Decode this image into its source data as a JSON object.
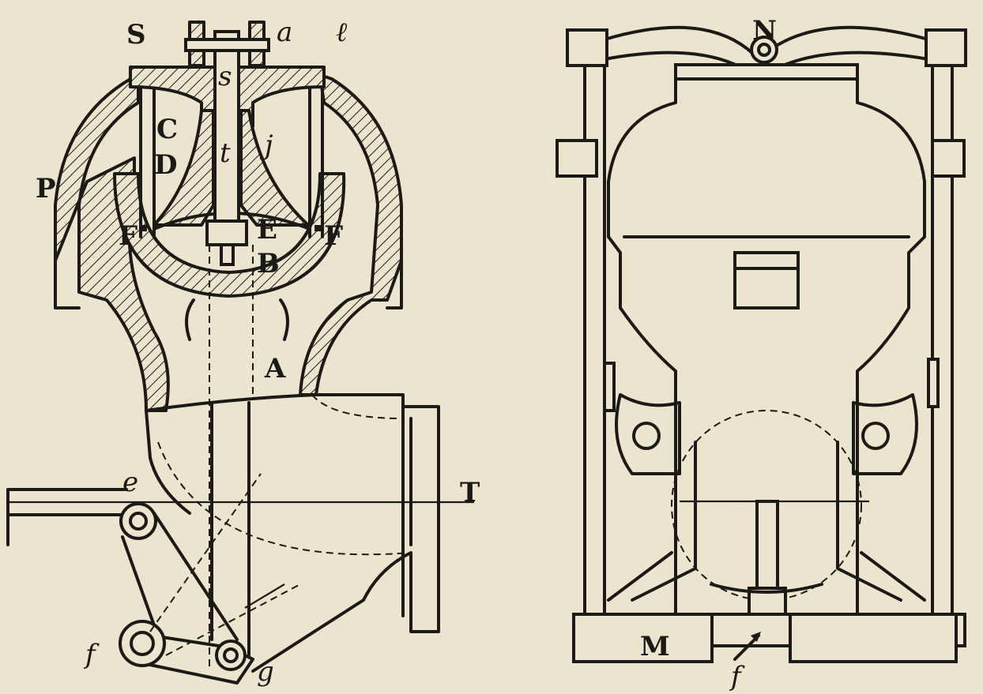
{
  "figure": {
    "colors": {
      "paper": "#ebe5cf",
      "ink": "#1c1a16"
    },
    "left_view_labels": {
      "S": "S",
      "a": "a",
      "b": "ℓ",
      "s": "s",
      "C": "C",
      "t": "t",
      "j": "j",
      "D": "D",
      "P": "P",
      "F_left": "F",
      "E": "E",
      "F_right": "F",
      "B": "B",
      "A": "A",
      "T": "T",
      "e": "e",
      "f": "f",
      "g": "g"
    },
    "right_view_labels": {
      "N": "N",
      "M": "M",
      "f": "f"
    }
  }
}
